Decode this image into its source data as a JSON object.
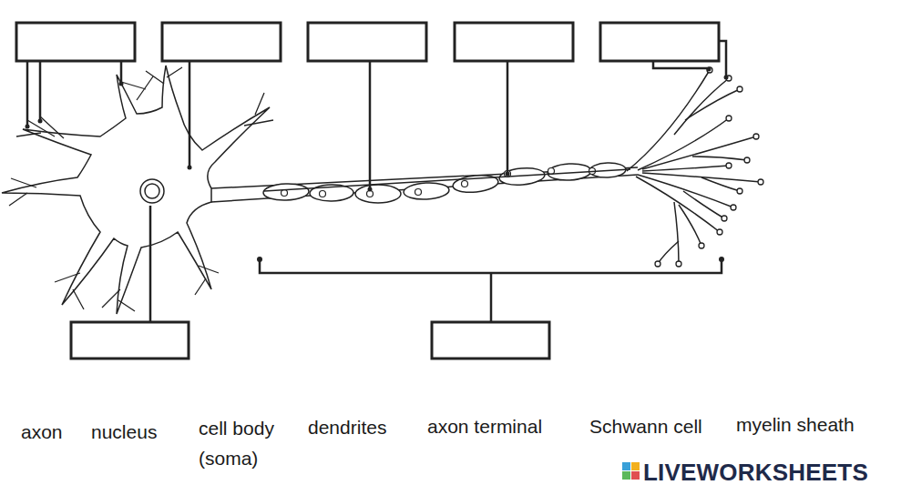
{
  "diagram": {
    "labels": [
      "axon",
      "nucleus",
      "cell body (soma)",
      "dendrites",
      "axon terminal",
      "Schwann cell",
      "myelin sheath",
      "LIVEWORKSHEETS"
    ]
  }
}
